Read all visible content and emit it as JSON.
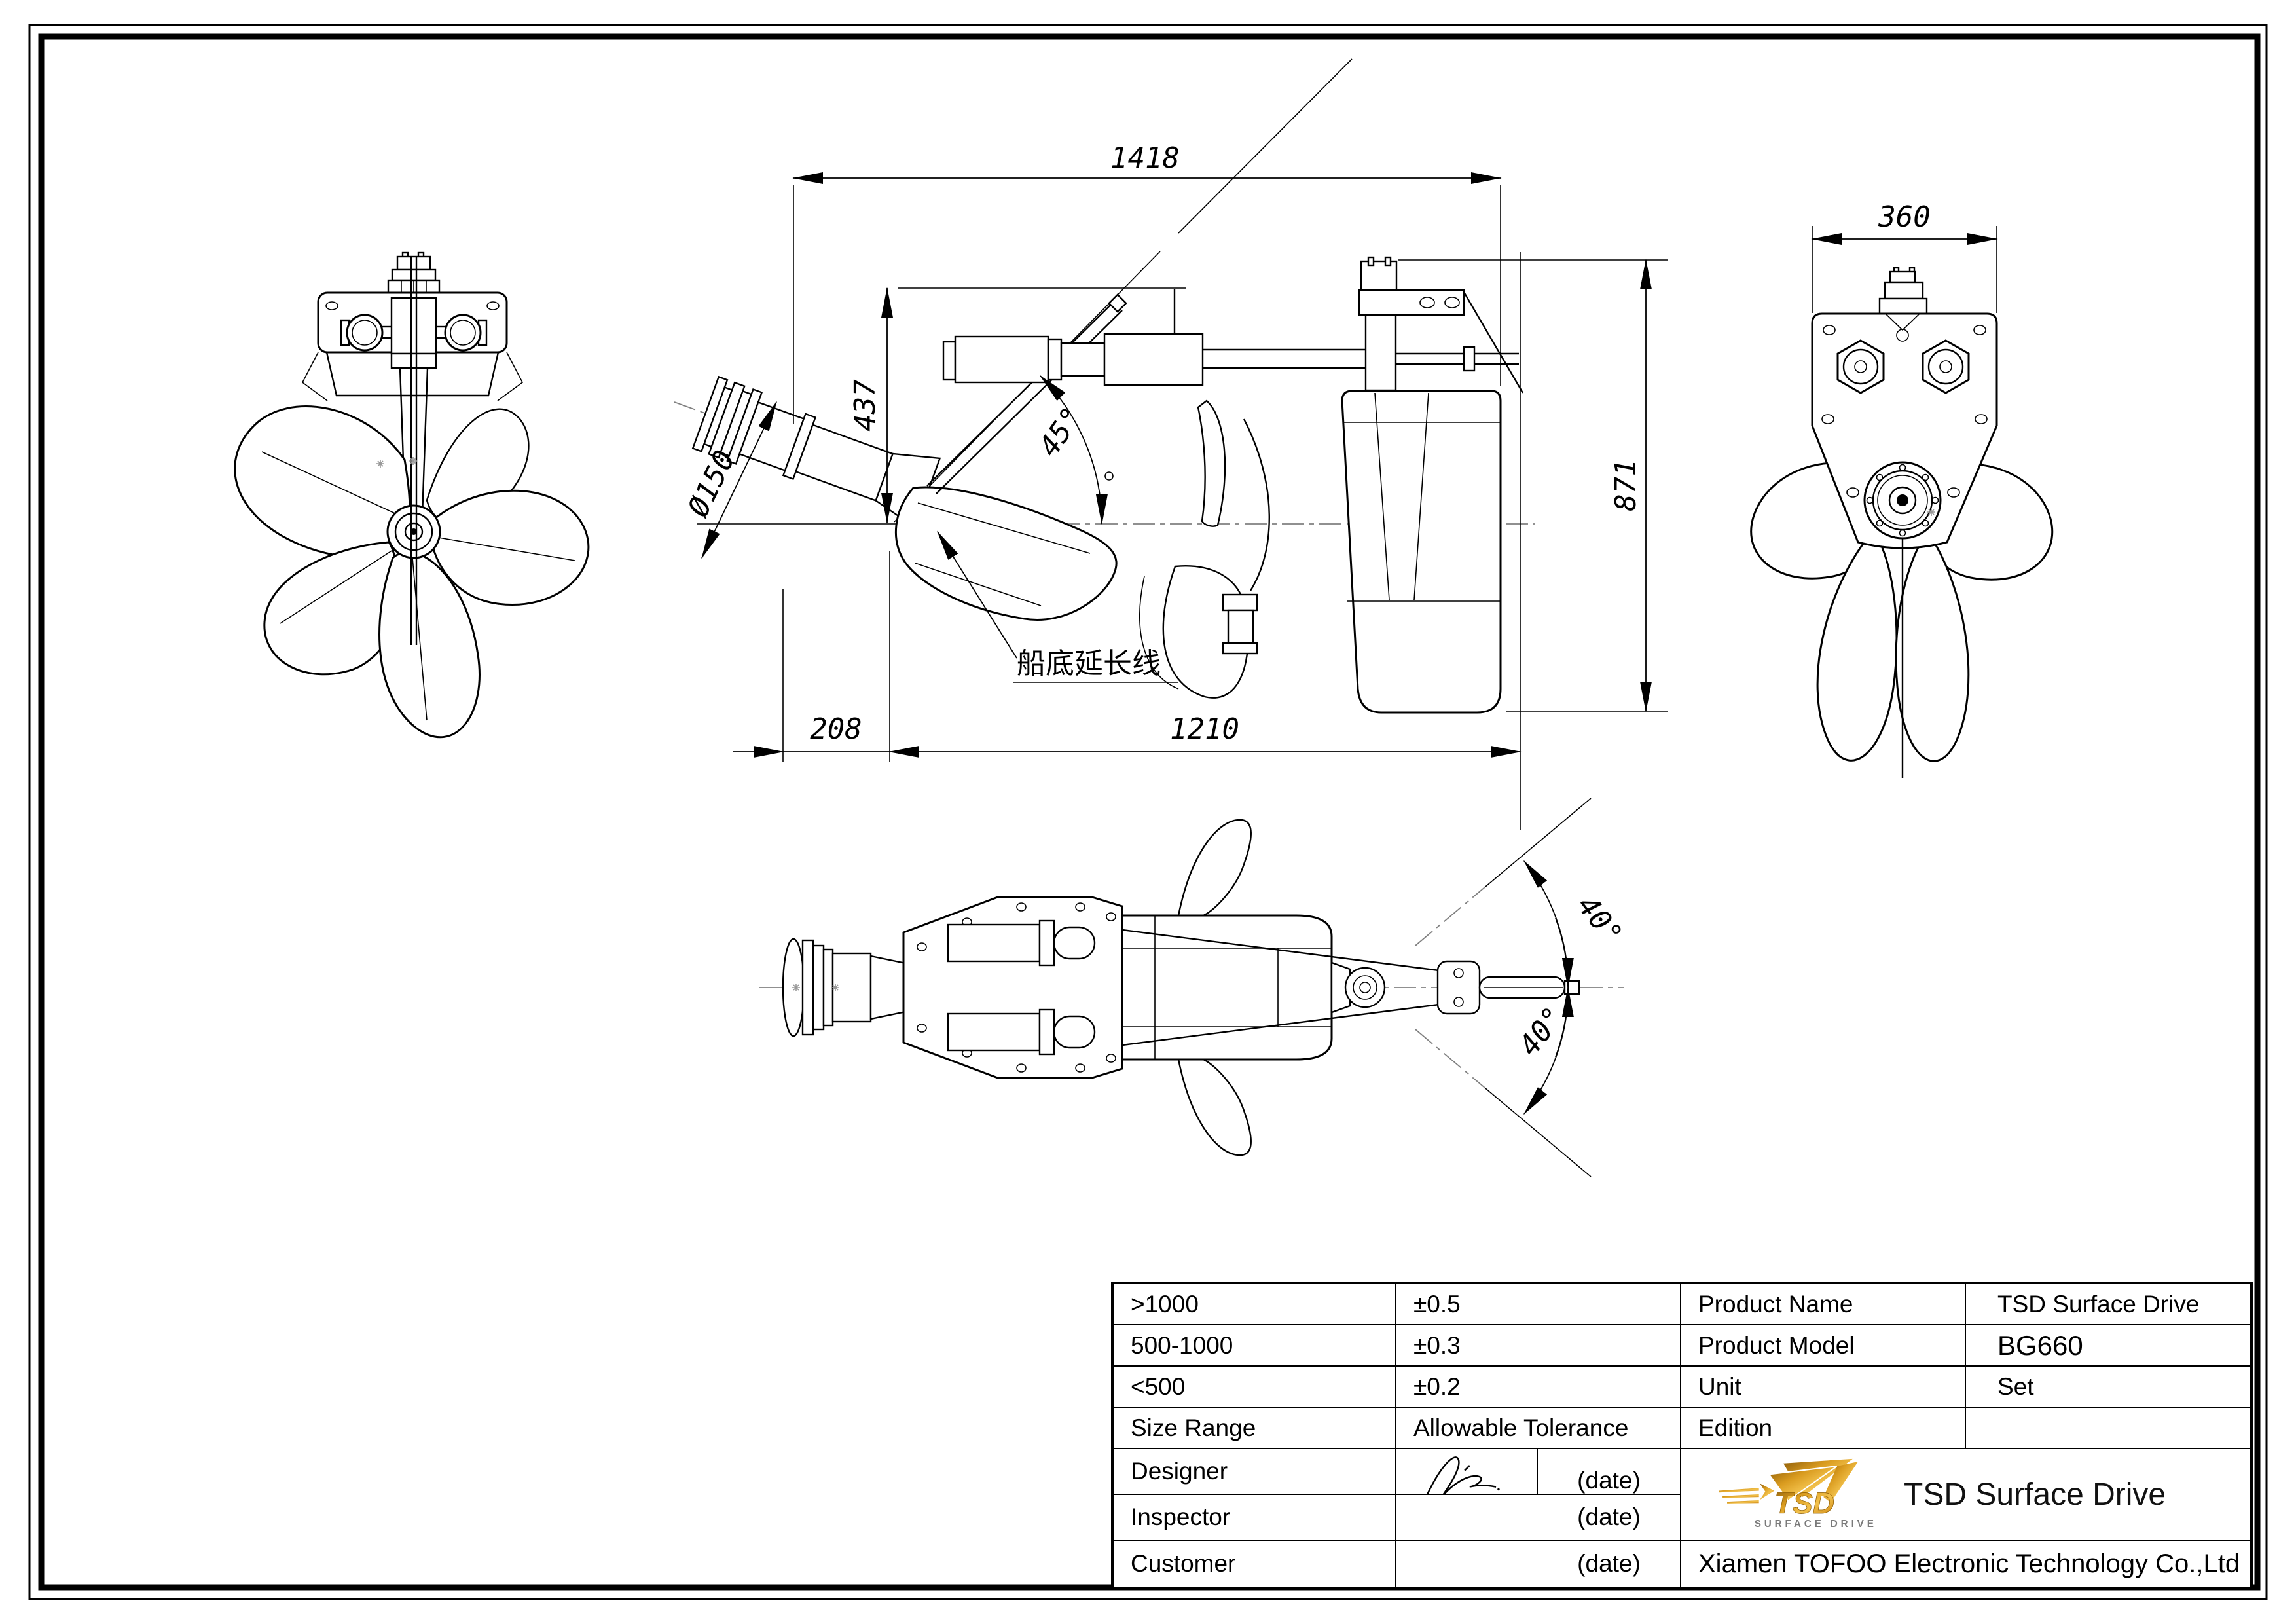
{
  "sheet": {
    "views": {
      "side": {
        "dim_length_total": "1418",
        "dim_height_437": "437",
        "dim_height_871": "871",
        "dim_offset_208": "208",
        "dim_length_1210": "1210",
        "dim_shaft_diameter": "Ø150",
        "dim_trim_angle": "45°",
        "note_hull_extension_line": "船底延长线"
      },
      "rear": {
        "dim_width_360": "360"
      },
      "top": {
        "dim_steering_angle_up": "40°",
        "dim_steering_angle_down": "40°"
      }
    },
    "title_block": {
      "tolerance_table": {
        "rows": [
          {
            "size_range": ">1000",
            "tolerance": "±0.5"
          },
          {
            "size_range": "500-1000",
            "tolerance": "±0.3"
          },
          {
            "size_range": "<500",
            "tolerance": "±0.2"
          }
        ],
        "size_range_header": "Size Range",
        "tolerance_header": "Allowable Tolerance"
      },
      "product": {
        "name_label": "Product Name",
        "name_value": "TSD Surface Drive",
        "model_label": "Product Model",
        "model_value": "BG660",
        "unit_label": "Unit",
        "unit_value": "Set",
        "edition_label": "Edition",
        "edition_value": ""
      },
      "signoff": {
        "designer_label": "Designer",
        "designer_date": "(date)",
        "inspector_label": "Inspector",
        "inspector_date": "(date)",
        "customer_label": "Customer",
        "customer_date": "(date)"
      },
      "brand": {
        "logo_text": "TSD",
        "logo_subtext": "SURFACE DRIVE",
        "title": "TSD Surface Drive",
        "company": "Xiamen TOFOO Electronic Technology Co.,Ltd"
      }
    }
  }
}
